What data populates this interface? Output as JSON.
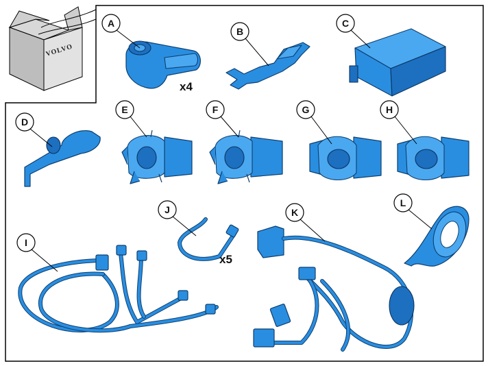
{
  "box_brand": "VOLVO",
  "labels": {
    "a": "A",
    "b": "B",
    "c": "C",
    "d": "D",
    "e": "E",
    "f": "F",
    "g": "G",
    "h": "H",
    "i": "I",
    "j": "J",
    "k": "K",
    "l": "L"
  },
  "quantities": {
    "a": "x4",
    "j": "x5"
  },
  "colors": {
    "part_fill": "#2a8ee0",
    "part_outline": "#0d3f70",
    "frame": "#000000"
  }
}
